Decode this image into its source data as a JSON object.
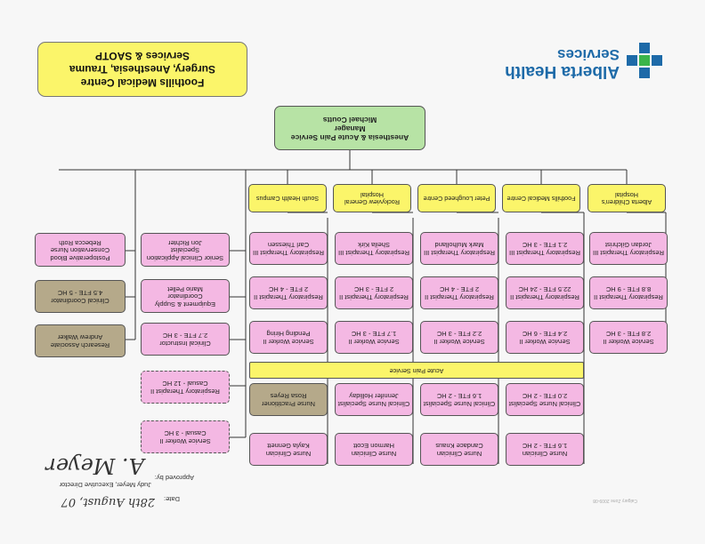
{
  "title": {
    "line1": "Foothills Medical Centre",
    "line2": "Surgery, Anesthesia, Trauma",
    "line3": "Services & SAOTP"
  },
  "logo": {
    "line1": "Alberta Health",
    "line2": "Services"
  },
  "approval": {
    "date_label": "Date:",
    "date_value": "28th August, 07",
    "approved_label": "Approved by:",
    "approver_name": "Judy Meyer, Executive Director",
    "signature": "A. Meyer"
  },
  "footer_stamp": "Calgary Zone 2009-08",
  "manager": {
    "line1": "Anesthesia & Acute Pain Service",
    "line2": "Manager",
    "line3": "Michael Coutts"
  },
  "sites": [
    {
      "line1": "Alberta Children's",
      "line2": "Hospital"
    },
    {
      "line1": "Foothills Medical Centre",
      "line2": ""
    },
    {
      "line1": "Peter Lougheed Centre",
      "line2": ""
    },
    {
      "line1": "Rockyview General",
      "line2": "Hospital"
    },
    {
      "line1": "South Health Campus",
      "line2": ""
    }
  ],
  "staff": [
    {
      "role": "Respiratory Therapist III",
      "detail": "Jordan Gilchrist"
    },
    {
      "role": "Respiratory Therapist II",
      "detail": "8.8 FTE - 9 HC"
    },
    {
      "role": "Service Worker II",
      "detail": "2.8 FTE - 3 HC"
    },
    {
      "role": "Respiratory Therapist III",
      "detail": "2.1 FTE - 3 HC"
    },
    {
      "role": "Respiratory Therapist II",
      "detail": "22.5 FTE - 24 HC"
    },
    {
      "role": "Service Worker II",
      "detail": "2.4 FTE - 6 HC"
    },
    {
      "role": "Clinical Nurse Specialist",
      "detail": "2.0 FTE - 2 HC"
    },
    {
      "role": "Nurse Clinician",
      "detail": "1.6 FTE - 2 HC"
    },
    {
      "role": "Respiratory Therapist III",
      "detail": "Mark Mulholland"
    },
    {
      "role": "Respiratory Therapist II",
      "detail": "2 FTE - 4 HC"
    },
    {
      "role": "Service Worker II",
      "detail": "2.2 FTE - 3 HC"
    },
    {
      "role": "Clinical Nurse Specialist",
      "detail": "1.6 FTE - 2 HC"
    },
    {
      "role": "Nurse Clinician",
      "detail": "Candace Knaus"
    },
    {
      "role": "Respiratory Therapist III",
      "detail": "Sheila Kirk"
    },
    {
      "role": "Respiratory Therapist II",
      "detail": "2 FTE - 3 HC"
    },
    {
      "role": "Service Worker II",
      "detail": "1.7 FTE - 3 HC"
    },
    {
      "role": "Clinical Nurse Specialist",
      "detail": "Jennifer Holliday"
    },
    {
      "role": "Nurse Clinician",
      "detail": "Harmon Ecott"
    },
    {
      "role": "Respiratory Therapist III",
      "detail": "Carl Thiessen"
    },
    {
      "role": "Respiratory Therapist II",
      "detail": "2 FTE - 4 HC"
    },
    {
      "role": "Service Worker II",
      "detail": "Pending Hiring"
    },
    {
      "role": "Nurse Practitioner",
      "detail": "Rosa Reyes"
    },
    {
      "role": "Nurse Clinician",
      "detail": "Kayla Gennett"
    },
    {
      "role": "Senior Clinical Application",
      "detail": "Specialist",
      "extra": "Jon Richter"
    },
    {
      "role": "Equipment & Supply",
      "detail": "Coordinator",
      "extra": "Mario Pellet"
    },
    {
      "role": "Clinical Instructor",
      "detail": "2.7 FTE - 3 HC"
    },
    {
      "role": "Respiratory Therapist II",
      "detail": "Casual - 12 HC"
    },
    {
      "role": "Service Worker II",
      "detail": "Casual - 3 HC"
    },
    {
      "role": "Postoperative Blood",
      "detail": "Conservation Nurse",
      "extra": "Rebecca Roth"
    },
    {
      "role": "Clinical Coordinator",
      "detail": "4.5 FTE - 5 HC"
    },
    {
      "role": "Research Associate",
      "detail": "Andrew Walker"
    }
  ],
  "acute_pain_service": "Acute Pain Service"
}
